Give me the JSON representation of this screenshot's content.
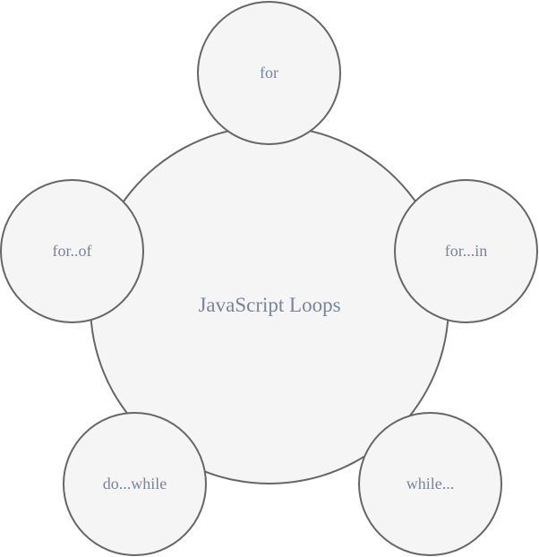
{
  "diagram": {
    "title": "JavaScript Loops",
    "center_node": {
      "label": "JavaScript Loops"
    },
    "nodes": [
      {
        "id": "for",
        "label": "for",
        "position": "top"
      },
      {
        "id": "for-in",
        "label": "for...in",
        "position": "right"
      },
      {
        "id": "while",
        "label": "while...",
        "position": "bottom-right"
      },
      {
        "id": "do-while",
        "label": "do...while",
        "position": "bottom-left"
      },
      {
        "id": "for-of",
        "label": "for..of",
        "position": "left"
      }
    ],
    "colors": {
      "node_fill": "#f5f5f5",
      "node_stroke": "#666666",
      "label_text": "#76859e",
      "background": "#ffffff"
    }
  }
}
